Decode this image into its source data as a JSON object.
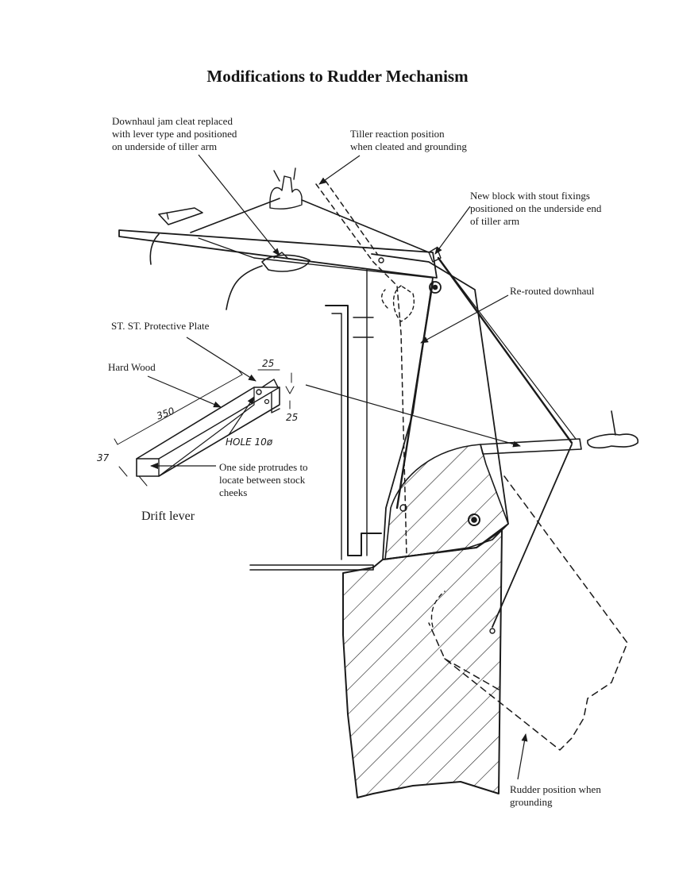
{
  "title": "Modifications to Rudder Mechanism",
  "labels": {
    "downhaul_cleat": [
      "Downhaul jam cleat replaced",
      "with lever type and positioned",
      "on underside of tiller arm"
    ],
    "tiller_reaction": [
      "Tiller reaction position",
      "when cleated and grounding"
    ],
    "new_block": [
      "New block with stout fixings",
      "positioned on the underside end",
      "of tiller arm"
    ],
    "rerouted_downhaul": "Re-routed downhaul",
    "protective_plate": "ST. ST. Protective Plate",
    "hard_wood": "Hard Wood",
    "one_side": [
      "One side protrudes to",
      "locate between stock",
      "cheeks"
    ],
    "drift_lever": "Drift lever",
    "rudder_grounding": [
      "Rudder position when",
      "grounding"
    ]
  },
  "dimensions": {
    "length": "350",
    "width_top": "25",
    "height_side": "25",
    "depth": "37",
    "hole": "HOLE 10ø"
  },
  "colors": {
    "ink": "#1a1a1a",
    "paper": "#ffffff"
  }
}
